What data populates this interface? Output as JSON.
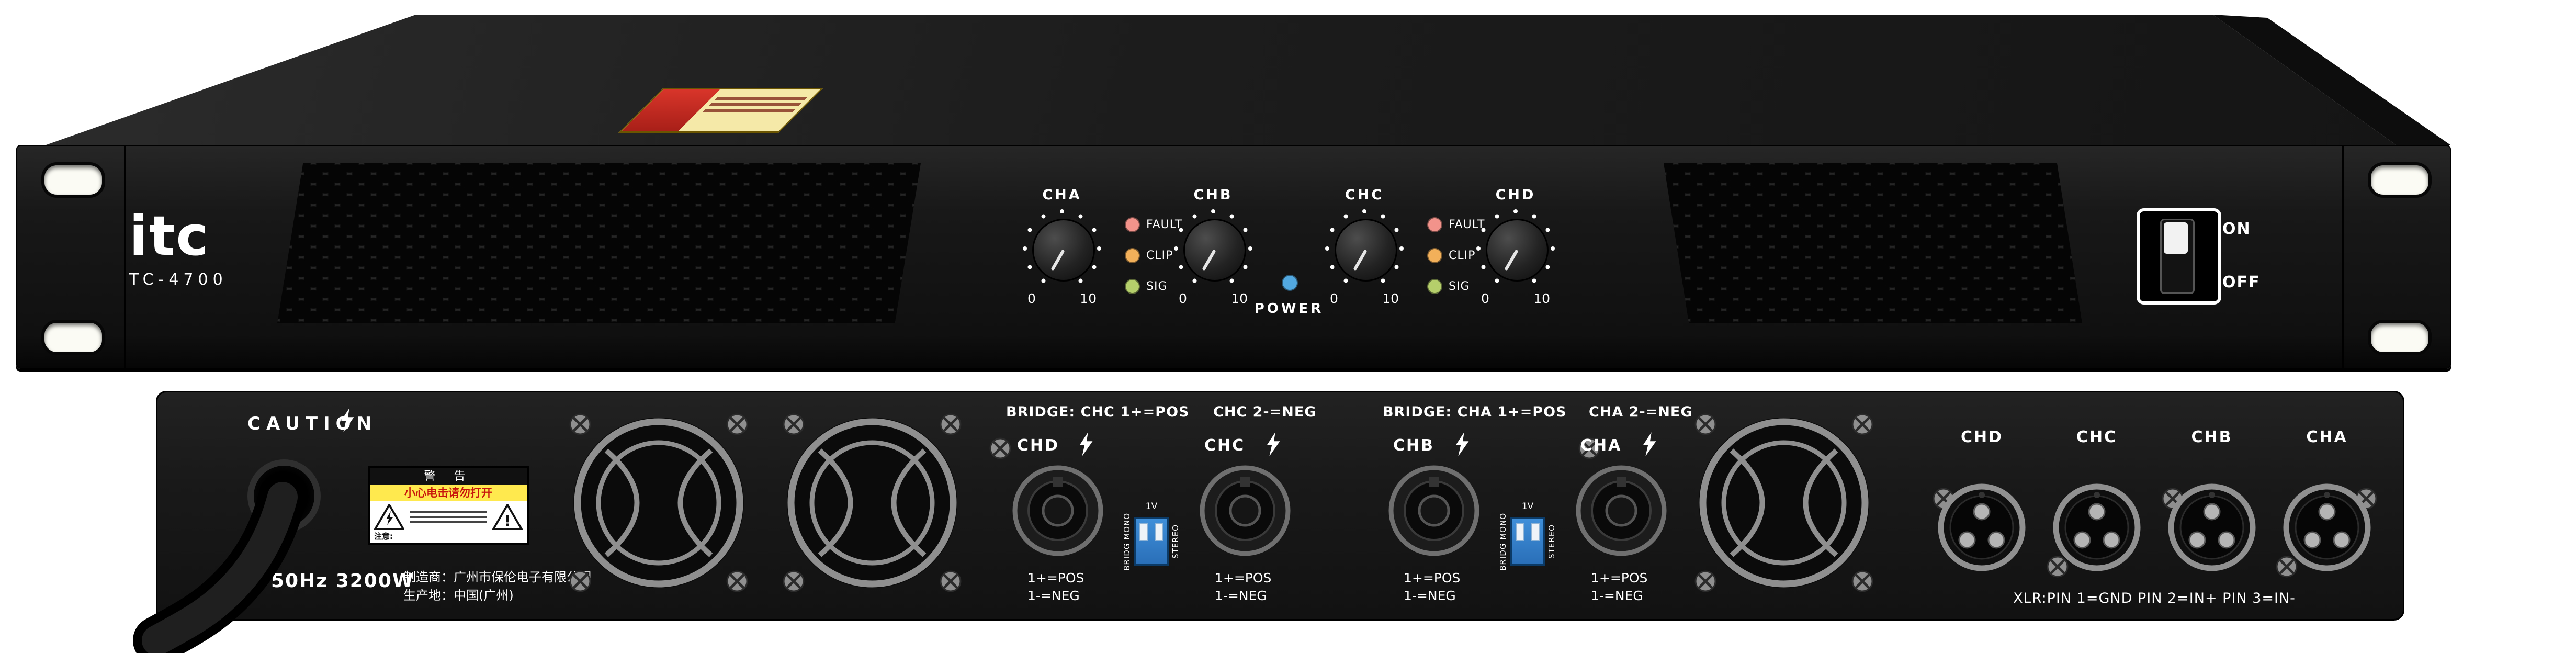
{
  "front": {
    "brand": "itc",
    "model": "TC-4700",
    "channels": [
      {
        "label": "CHA",
        "min": "0",
        "max": "10"
      },
      {
        "label": "CHB",
        "min": "0",
        "max": "10"
      },
      {
        "label": "CHC",
        "min": "0",
        "max": "10"
      },
      {
        "label": "CHD",
        "min": "0",
        "max": "10"
      }
    ],
    "led_labels": [
      "FAULT",
      "CLIP",
      "SIG"
    ],
    "led_colors": {
      "fault": "#f2938b",
      "clip": "#f2b05a",
      "sig": "#b5cf6b",
      "power": "#52a8e0"
    },
    "power_label": "POWER",
    "switch_on": "ON",
    "switch_off": "OFF"
  },
  "rear": {
    "caution": "CAUTION",
    "rating": "50Hz 3200W",
    "warning": {
      "title": "警 告",
      "line": "小心电击请勿打开",
      "note": "注意:"
    },
    "manufacturer_line1": "制造商：广州市保伦电子有限公司",
    "manufacturer_line2": "生产地：中国(广州)",
    "bridge_left_a": "BRIDGE: CHC 1+=POS",
    "bridge_left_b": "CHC 2-=NEG",
    "bridge_right_a": "BRIDGE: CHA 1+=POS",
    "bridge_right_b": "CHA 2-=NEG",
    "speakons": [
      {
        "label": "CHD",
        "pos": "1+=POS",
        "neg": "1-=NEG"
      },
      {
        "label": "CHC",
        "pos": "1+=POS",
        "neg": "1-=NEG"
      },
      {
        "label": "CHB",
        "pos": "1+=POS",
        "neg": "1-=NEG"
      },
      {
        "label": "CHA",
        "pos": "1+=POS",
        "neg": "1-=NEG"
      }
    ],
    "dip": {
      "top": "1V",
      "side": "BRIDG MONO",
      "right": "STEREO"
    },
    "xlrs": [
      "CHD",
      "CHC",
      "CHB",
      "CHA"
    ],
    "xlr_note": "XLR:PIN 1=GND PIN 2=IN+ PIN 3=IN-"
  }
}
